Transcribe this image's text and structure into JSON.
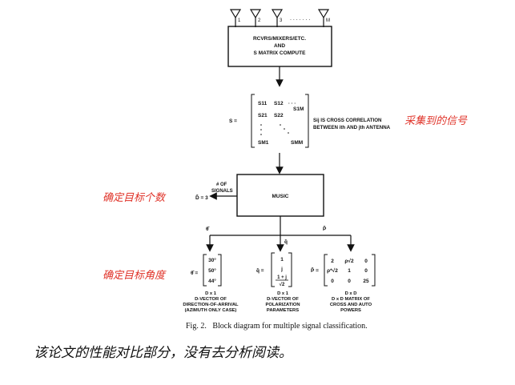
{
  "antennas": [
    "1",
    "2",
    "3",
    "M"
  ],
  "antenna_dots": ". . . . . . .",
  "block_top": {
    "line1": "RCVRS/MIXERS/ETC.",
    "line2": "AND",
    "line3": "S MATRIX COMPUTE"
  },
  "matrix_s": {
    "lhs": "S =",
    "s11": "S11",
    "s12": "S12",
    "s1m": "S1M",
    "s21": "S21",
    "s22": "S22",
    "sm1": "SM1",
    "smm": "SMM",
    "dots_h": "· · ·",
    "desc_line1": "Sij IS CROSS CORRELATION",
    "desc_line2": "BETWEEN ith AND jth ANTENNA"
  },
  "annotation_signal": "采集到的信号",
  "music_block": "MUSIC",
  "num_signals": {
    "line1": "# OF",
    "line2": "SIGNALS",
    "value": "D̂ = 3"
  },
  "annotation_count": "确定目标个数",
  "annotation_angle": "确定目标角度",
  "outputs": {
    "theta_hat": "θ̂",
    "q_hat": "q̂",
    "p_hat": "P̂"
  },
  "theta_vector": {
    "lhs": "θ̂ =",
    "values": [
      "30°",
      "50°",
      "44°"
    ]
  },
  "q_vector": {
    "lhs": "q̂ =",
    "values": [
      "1",
      "j",
      "1 + j",
      "√2"
    ]
  },
  "p_matrix": {
    "lhs": "P̂ =",
    "row1": [
      "2",
      "ρ√2",
      "0"
    ],
    "row2": [
      "ρ*√2",
      "1",
      "0"
    ],
    "row3": [
      "0",
      "0",
      "25"
    ]
  },
  "labels_bottom": {
    "theta": [
      "D x 1",
      "D-VECTOR OF",
      "DIRECTION-OF-ARRIVAL",
      "(AZIMUTH ONLY CASE)"
    ],
    "q": [
      "D x 1",
      "D-VECTOR OF",
      "POLARIZATION",
      "PARAMETERS"
    ],
    "p": [
      "D x D",
      "D x D MATRIX OF",
      "CROSS AND AUTO",
      "POWERS"
    ]
  },
  "caption": "Fig. 2.   Block diagram for multiple signal classification.",
  "handwritten_note": "该论文的性能对比部分，没有去分析阅读。"
}
